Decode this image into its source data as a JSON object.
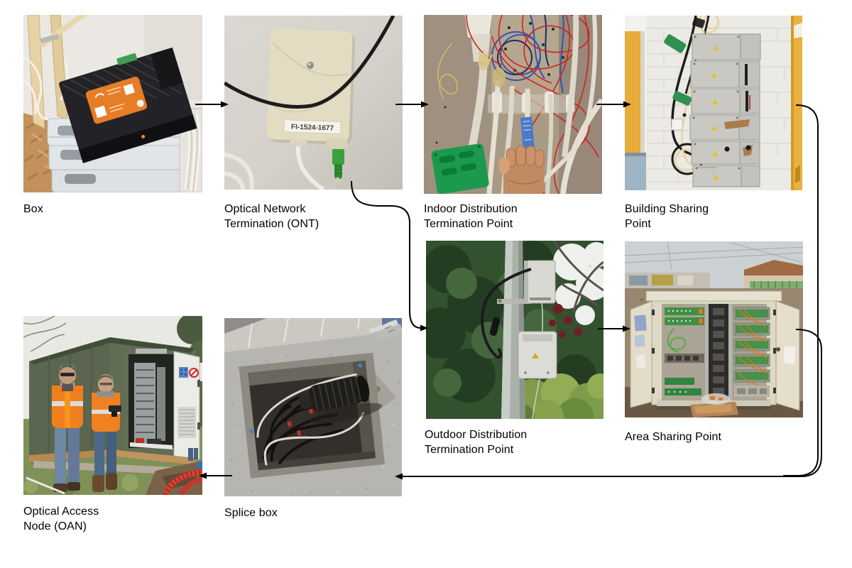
{
  "diagram": {
    "kind": "FTTH network element photo flow diagram",
    "nodes": {
      "box": {
        "label": "Box"
      },
      "ont": {
        "label": "Optical Network\nTermination (ONT)",
        "device_tag": "FI-1524-1677"
      },
      "idtp": {
        "label": "Indoor Distribution\nTermination Point"
      },
      "bsp": {
        "label": "Building Sharing\nPoint"
      },
      "odtp": {
        "label": "Outdoor Distribution\nTermination Point"
      },
      "asp": {
        "label": "Area Sharing Point"
      },
      "oan": {
        "label": "Optical Access\nNode (OAN)"
      },
      "splice": {
        "label": "Splice box"
      }
    },
    "connections": [
      {
        "from": "Box",
        "to": "Optical Network Termination (ONT)"
      },
      {
        "from": "Optical Network Termination (ONT)",
        "to": "Indoor Distribution Termination Point"
      },
      {
        "from": "Indoor Distribution Termination Point",
        "to": "Building Sharing Point"
      },
      {
        "from": "Building Sharing Point",
        "to": "Splice box"
      },
      {
        "from": "Optical Network Termination (ONT)",
        "to": "Outdoor Distribution Termination Point"
      },
      {
        "from": "Outdoor Distribution Termination Point",
        "to": "Area Sharing Point"
      },
      {
        "from": "Area Sharing Point",
        "to": "Splice box"
      },
      {
        "from": "Splice box",
        "to": "Optical Access Node (OAN)"
      }
    ],
    "colors": {
      "arrow": "#000000",
      "background": "#ffffff",
      "label_text": "#000000"
    }
  }
}
